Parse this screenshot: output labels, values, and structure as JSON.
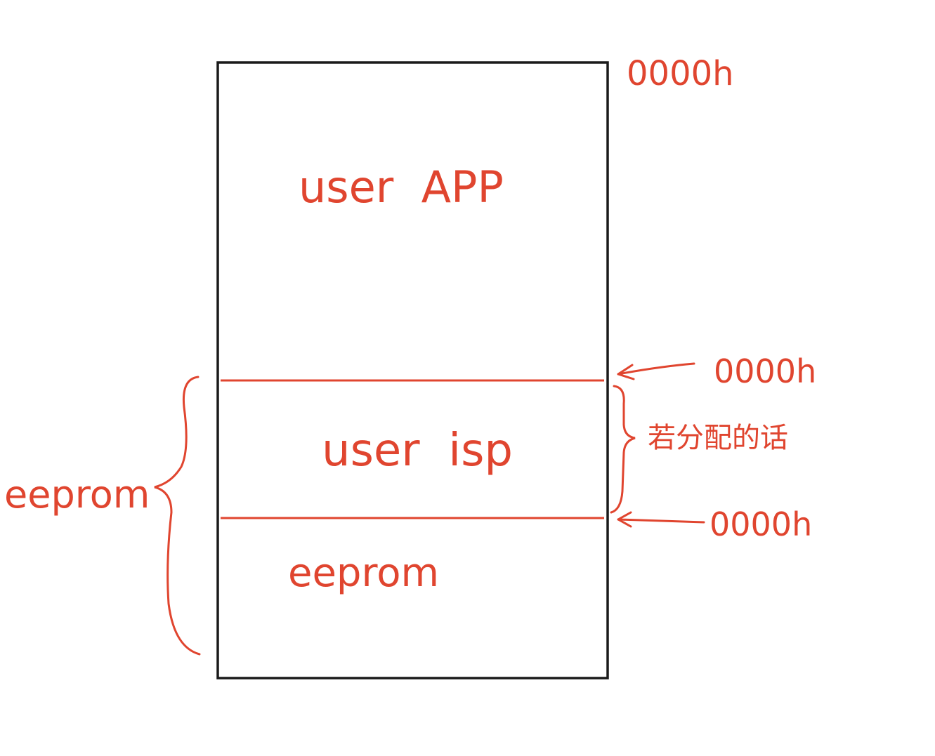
{
  "colors": {
    "ink": "#e0452f",
    "box": "#1a1a1a",
    "background": "#ffffff"
  },
  "regions": {
    "user_app": "user  APP",
    "user_isp": "user  isp",
    "eeprom": "eeprom"
  },
  "addresses": {
    "top": "0000h",
    "isp_start": "0000h",
    "isp_end": "0000h"
  },
  "annotations": {
    "if_allocated": "若分配的话",
    "eeprom_range": "eeprom"
  }
}
